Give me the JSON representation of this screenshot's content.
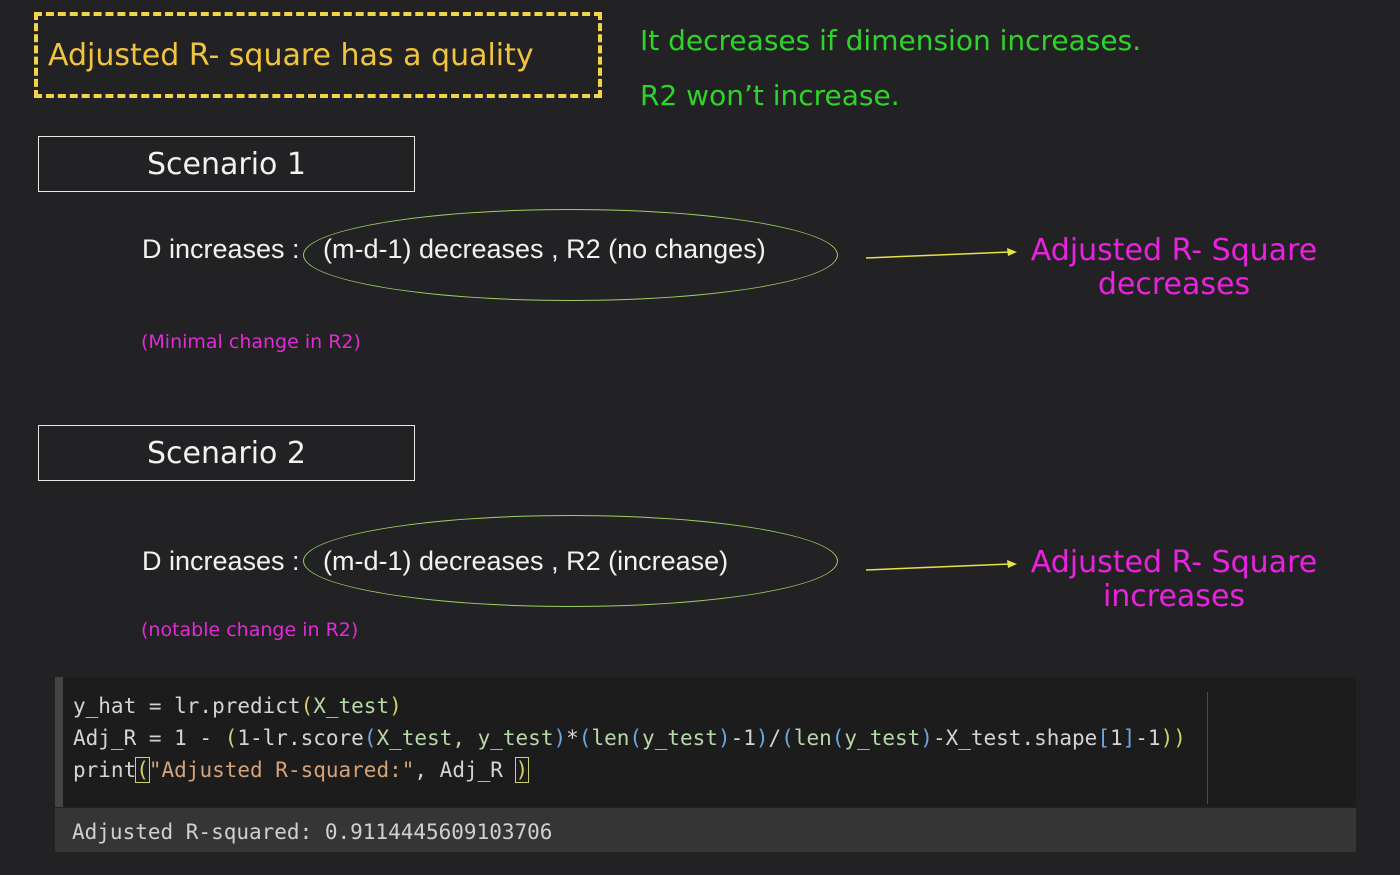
{
  "header": {
    "boxed_text": "Adjusted R- square has a quality",
    "line_1": "It decreases if dimension increases.",
    "line_2": "R2 won’t increase."
  },
  "scenario_1": {
    "title": "Scenario 1",
    "label": "D increases :",
    "ellipse_text": "(m-d-1) decreases , R2 (no changes)",
    "result_line_1": "Adjusted R- Square",
    "result_line_2": "decreases",
    "note": "(Minimal change in R2)"
  },
  "scenario_2": {
    "title": "Scenario 2",
    "label": "D increases :",
    "ellipse_text": "(m-d-1) decreases , R2 (increase)",
    "result_line_1": "Adjusted R- Square",
    "result_line_2": "increases",
    "note": "(notable change in R2)"
  },
  "code": {
    "line_1": {
      "a": "y_hat = lr.predict",
      "b": "(",
      "c": "X_test",
      "d": ")"
    },
    "line_2": {
      "a": "Adj_R = 1 - ",
      "b": "(",
      "c": "1-lr.score",
      "d": "(",
      "e": "X_test, y_test",
      "f": ")",
      "g": "*",
      "h": "(",
      "i": "len",
      "j": "(",
      "k": "y_test",
      "l": ")",
      "m": "-1",
      "n": ")",
      "o": "/",
      "p": "(",
      "q": "len",
      "r": "(",
      "s": "y_test",
      "t": ")",
      "u": "-X_test.shape",
      "v": "[",
      "w": "1",
      "x": "]",
      "y": "-1",
      "z": "))"
    },
    "line_3": {
      "a": "print",
      "b": "(",
      "c": "\"Adjusted R-squared:\"",
      "d": ", Adj_R ",
      "e": ")"
    }
  },
  "output": {
    "text": "Adjusted R-squared: 0.9114445609103706"
  },
  "colors": {
    "background": "#222224",
    "yellow": "#f1c43f",
    "green": "#2ed42a",
    "magenta": "#ea22e0",
    "ellipse_border": "#9bd163",
    "arrow": "#e6e24a"
  }
}
